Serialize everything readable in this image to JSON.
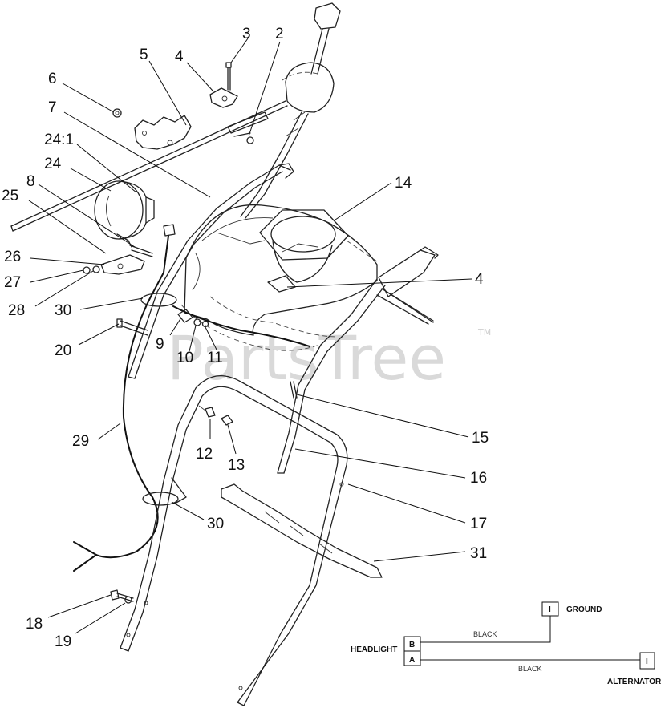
{
  "watermark": {
    "text": "PartsTree",
    "tm": "TM"
  },
  "callouts": [
    "3",
    "2",
    "5",
    "4",
    "6",
    "7",
    "24:1",
    "24",
    "8",
    "25",
    "26",
    "27",
    "28",
    "30",
    "20",
    "9",
    "10",
    "11",
    "14",
    "4",
    "15",
    "16",
    "17",
    "31",
    "29",
    "12",
    "13",
    "30",
    "18",
    "19"
  ],
  "wiring": {
    "headlight_label": "HEADLIGHT",
    "ground_label": "GROUND",
    "alternator_label": "ALTERNATOR",
    "wire_b_color": "BLACK",
    "wire_a_color": "BLACK",
    "terminal_b": "B",
    "terminal_a": "A",
    "ground_pin": "I",
    "alternator_pin": "I"
  }
}
